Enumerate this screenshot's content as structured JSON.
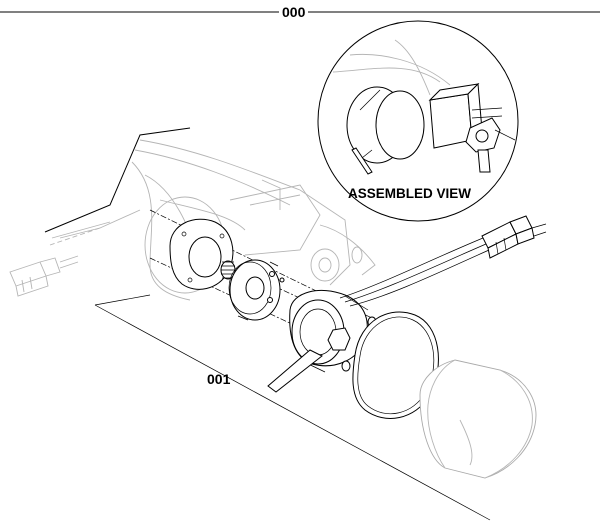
{
  "labels": {
    "top_code": "000",
    "callout_code": "001",
    "assembled_view": "ASSEMBLED VIEW"
  },
  "colors": {
    "line": "#000000",
    "ghost": "#b5b5b5",
    "background": "#ffffff"
  }
}
